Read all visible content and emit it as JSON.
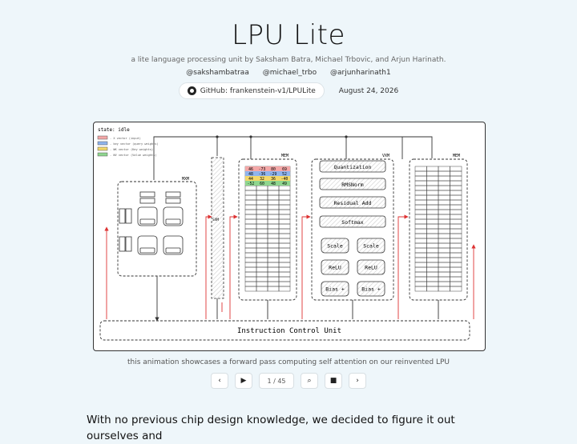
{
  "header": {
    "title": "LPU Lite",
    "subtitle": "a lite language processing unit by Saksham Batra, Michael Trbovic, and Arjun Harinath.",
    "handles": [
      "@sakshambatraa",
      "@michael_trbo",
      "@arjunharinath1"
    ],
    "github_label": "GitHub: frankenstein-v1/LPULite",
    "date": "August 24, 2026"
  },
  "diagram": {
    "state_label": "state: idle",
    "legend": [
      {
        "label": "- X vector (input)",
        "color": "#f4a7a7"
      },
      {
        "label": "- key vector (query weights)",
        "color": "#8fb4ee"
      },
      {
        "label": "- WK vector (Key weights)",
        "color": "#f4d86a"
      },
      {
        "label": "- WV vector (Value weights)",
        "color": "#8fd68f"
      }
    ],
    "mxm_label": "MXM",
    "sxm_label": "SXM",
    "mem_left_label": "MEM",
    "vxm_label": "VXM",
    "mem_right_label": "MEM",
    "mem_rows": [
      {
        "cells": [
          "46",
          "-73",
          "80",
          "69"
        ],
        "color": "#f4a7a7"
      },
      {
        "cells": [
          "48",
          "-36",
          "-29",
          "52"
        ],
        "color": "#8fb4ee"
      },
      {
        "cells": [
          "44",
          "32",
          "36",
          "-40"
        ],
        "color": "#f4d86a"
      },
      {
        "cells": [
          "-52",
          "60",
          "48",
          "49"
        ],
        "color": "#8fd68f"
      }
    ],
    "vxm_ops": [
      "Quantization",
      "RMSNorm",
      "Residual Add",
      "Softmax"
    ],
    "vxm_pairs": [
      [
        "Scale",
        "Scale"
      ],
      [
        "ReLU",
        "ReLU"
      ],
      [
        "Bias +",
        "Bias +"
      ]
    ],
    "icu_label": "Instruction Control Unit"
  },
  "caption": "this animation showcases a forward pass computing self attention on our reinvented LPU",
  "controls": {
    "prev_icon": "‹",
    "play_icon": "▶",
    "counter": "1 / 45",
    "zoom_icon": "⌕",
    "stop_icon": "■",
    "next_icon": "›"
  },
  "body_text": "With no previous chip design knowledge, we decided to figure it out ourselves and"
}
